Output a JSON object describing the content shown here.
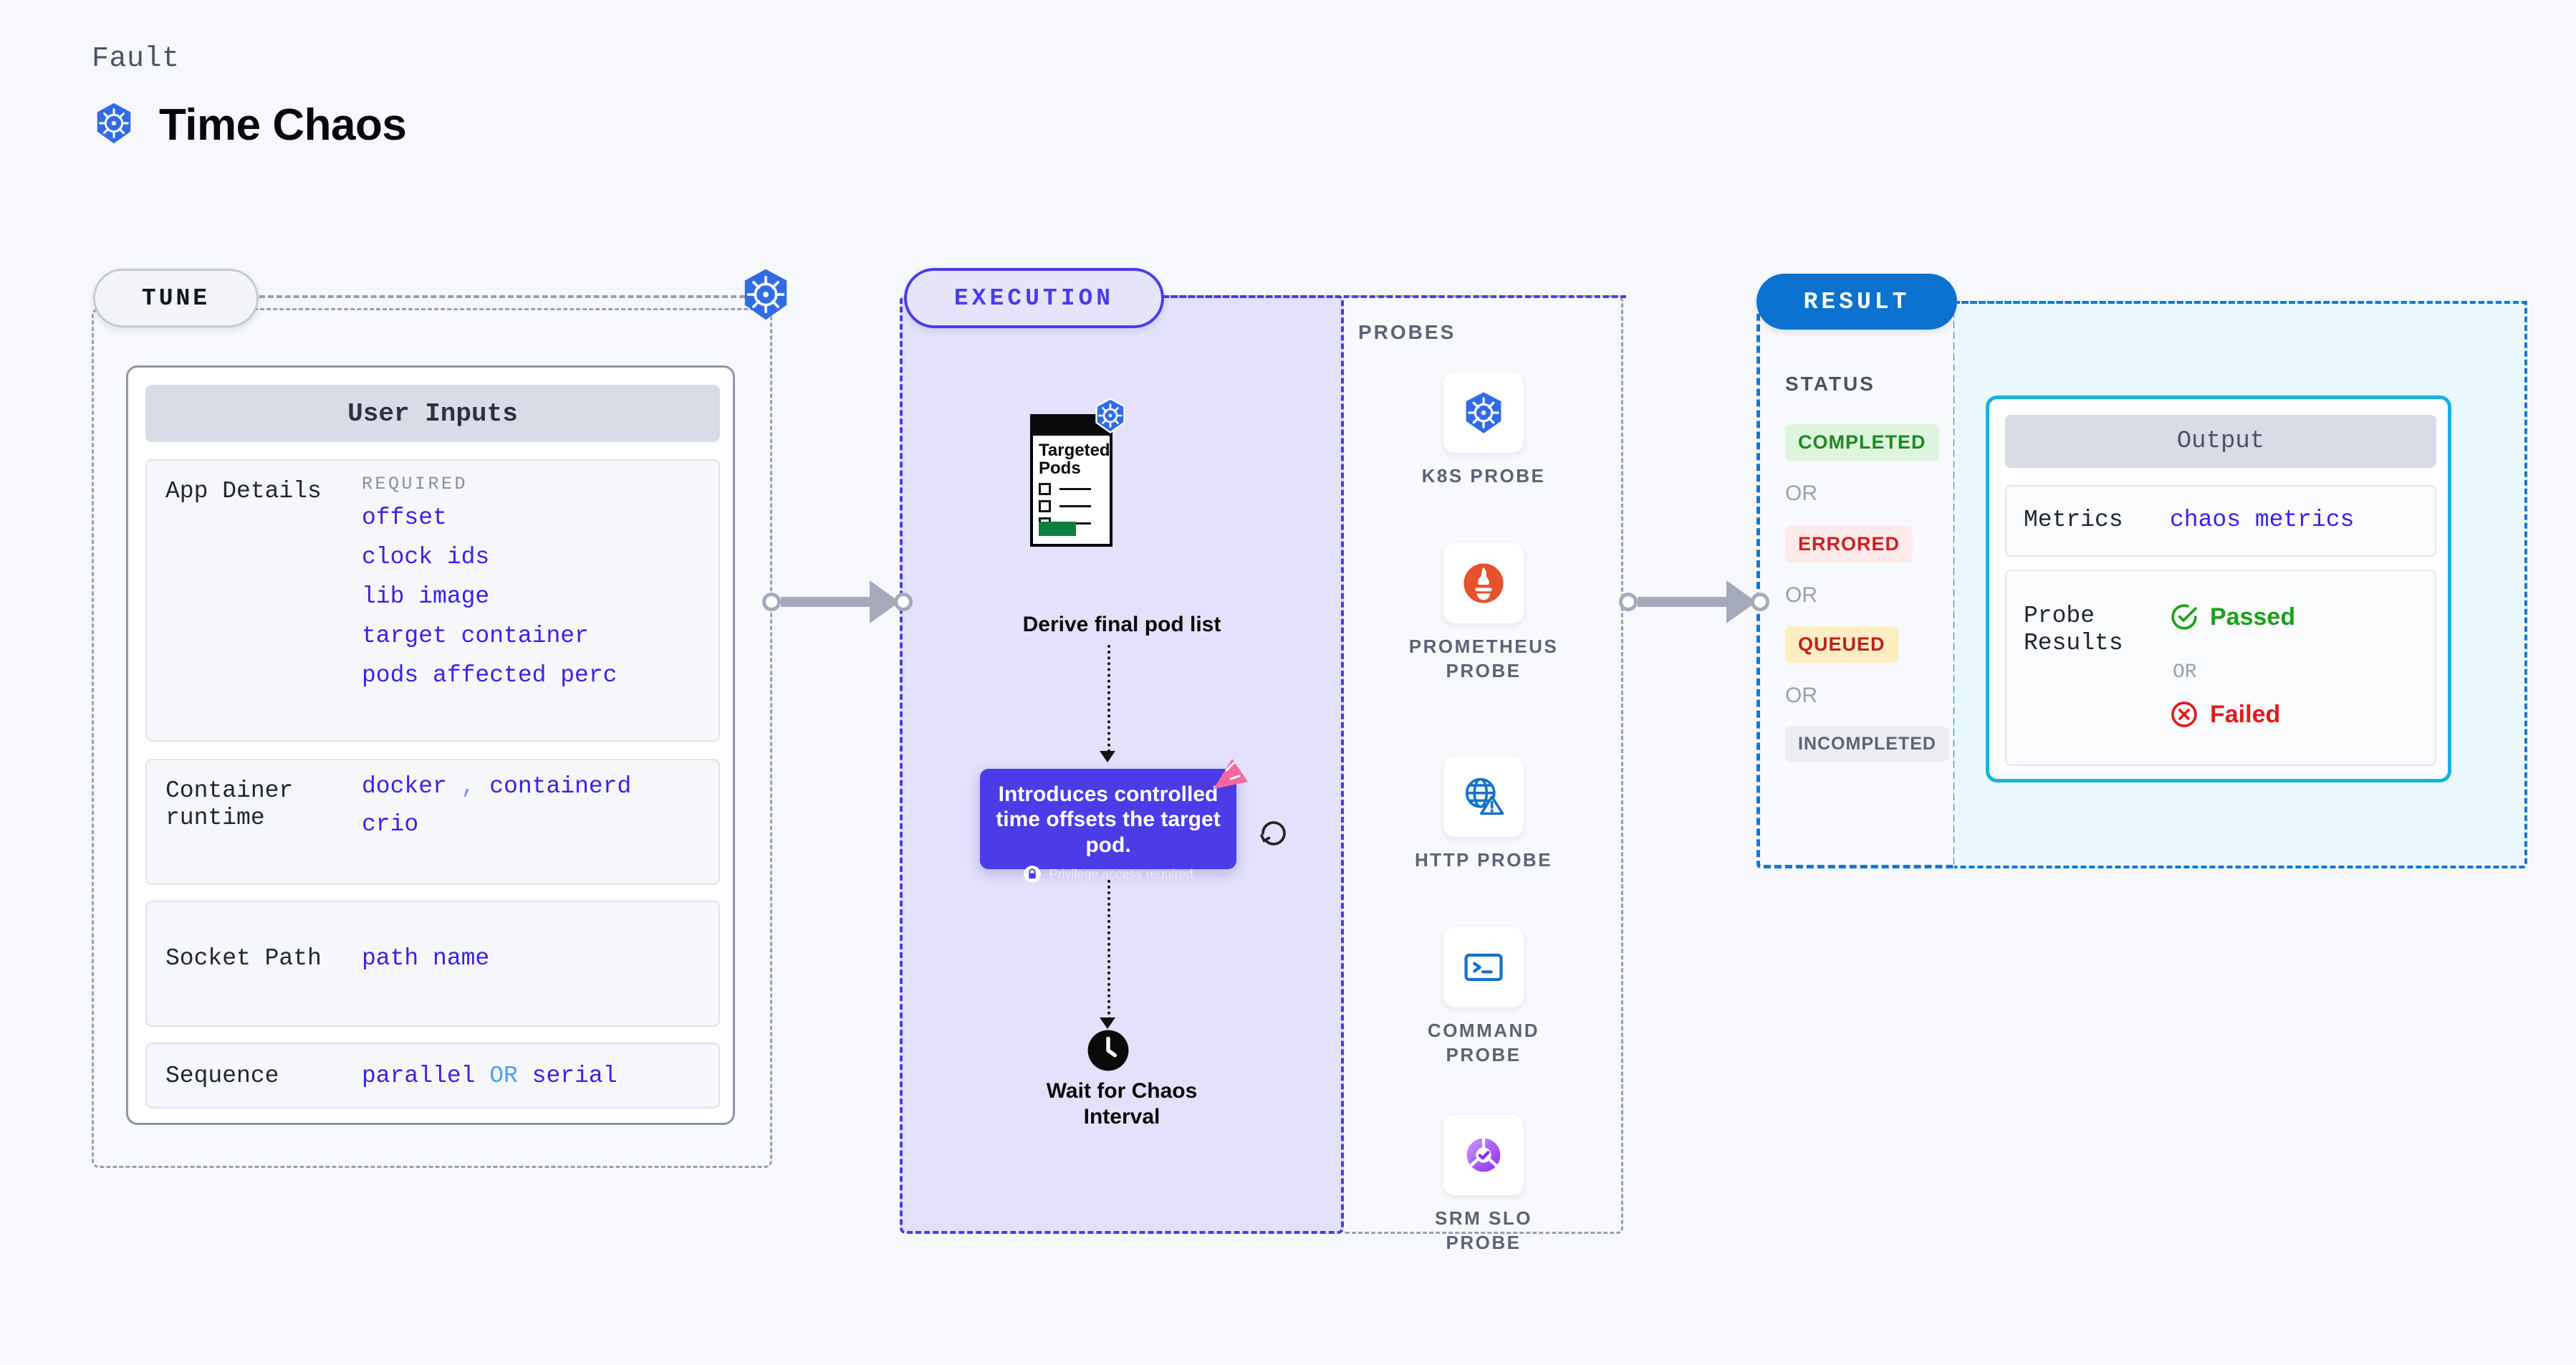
{
  "header": {
    "eyebrow": "Fault",
    "title": "Time Chaos",
    "icon": "kubernetes-icon"
  },
  "stages": {
    "tune": {
      "badge": "TUNE",
      "corner_icon": "kubernetes-icon",
      "card_title": "User Inputs",
      "rows": [
        {
          "label": "App Details",
          "required_tag": "REQUIRED",
          "values": [
            "offset",
            "clock ids",
            "lib image",
            "target container",
            "pods affected perc"
          ]
        },
        {
          "label": "Container runtime",
          "values_line1": "docker",
          "separator": ",",
          "values_line1b": "containerd",
          "values_line2": "crio"
        },
        {
          "label": "Socket Path",
          "value": "path name"
        },
        {
          "label": "Sequence",
          "value_a": "parallel",
          "or": "OR",
          "value_b": "serial"
        }
      ]
    },
    "execution": {
      "badge": "EXECUTION",
      "pods_card": {
        "title_line1": "Targeted",
        "title_line2": "Pods",
        "icon": "kubernetes-icon"
      },
      "derive_label": "Derive final pod list",
      "callout": {
        "text": "Introduces controlled time offsets the target pod.",
        "privilege_note": "Privilege access required",
        "lock_icon": "lock-icon",
        "ribbon_icon": "harness-ribbon-icon",
        "bg_color": "#4b3ce8"
      },
      "refresh_icon": "refresh-icon",
      "wait": {
        "icon": "clock-icon",
        "label_line1": "Wait for Chaos",
        "label_line2": "Interval"
      },
      "probes_title": "PROBES",
      "probes": [
        {
          "label": "K8S PROBE",
          "icon": "kubernetes-icon"
        },
        {
          "label": "PROMETHEUS PROBE",
          "icon": "prometheus-icon"
        },
        {
          "label": "HTTP PROBE",
          "icon": "globe-warning-icon"
        },
        {
          "label": "COMMAND PROBE",
          "icon": "terminal-icon"
        },
        {
          "label": "SRM SLO PROBE",
          "icon": "slo-donut-icon"
        }
      ]
    },
    "result": {
      "badge": "RESULT",
      "status_title": "STATUS",
      "or_word": "OR",
      "statuses": [
        {
          "label": "COMPLETED",
          "bg": "#def4de",
          "fg": "#1b8a20"
        },
        {
          "label": "ERRORED",
          "bg": "#fdeaea",
          "fg": "#cc2222"
        },
        {
          "label": "QUEUED",
          "bg": "#fdeec2",
          "fg": "#bf2020"
        },
        {
          "label": "INCOMPLETED",
          "bg": "#eceef4",
          "fg": "#5c6374"
        }
      ],
      "output": {
        "title": "Output",
        "metrics_label": "Metrics",
        "metrics_value": "chaos metrics",
        "probe_label_line1": "Probe",
        "probe_label_line2": "Results",
        "passed": "Passed",
        "failed": "Failed",
        "or": "OR",
        "passed_color": "#1aa11a",
        "failed_color": "#e01b1b",
        "check_icon": "check-circle-icon",
        "cross_icon": "cross-circle-icon"
      }
    }
  }
}
